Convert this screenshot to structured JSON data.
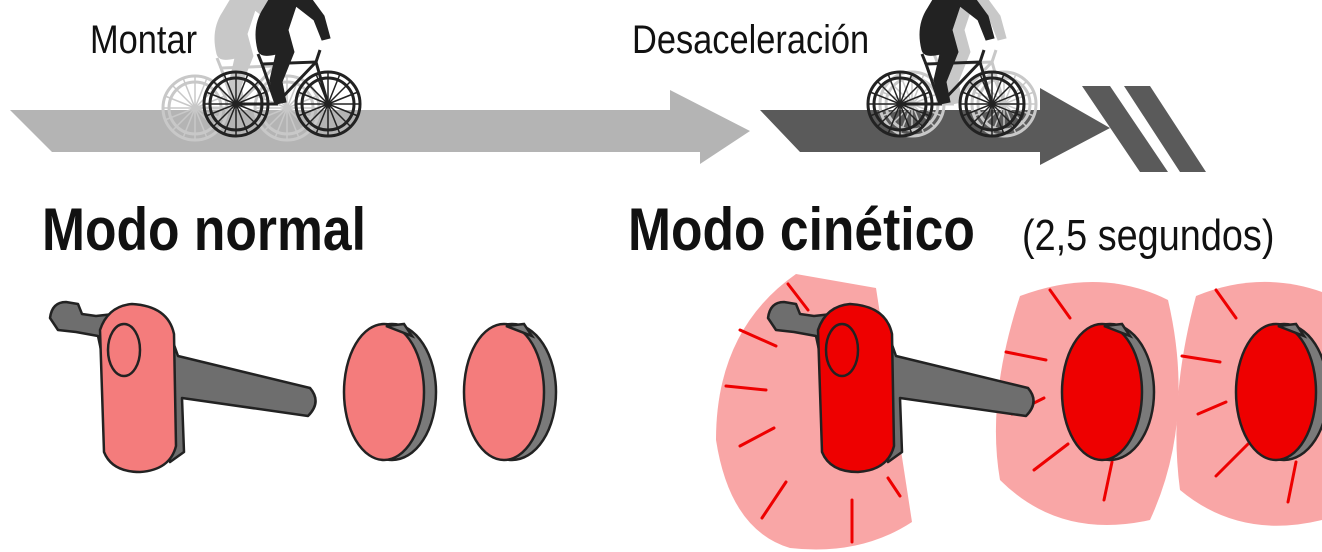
{
  "labels": {
    "ride": "Montar",
    "decel": "Desaceleración",
    "normal_mode": "Modo normal",
    "kinetic_mode": "Modo cinético",
    "kinetic_duration": "(2,5 segundos)"
  },
  "colors": {
    "arrow_light": "#b4b4b4",
    "arrow_dark": "#5a5a5a",
    "light_off": "#f47c7c",
    "light_on": "#ee0000",
    "glow": "#f9a6a6",
    "bracket": "#6e6e6e",
    "text": "#111111"
  }
}
